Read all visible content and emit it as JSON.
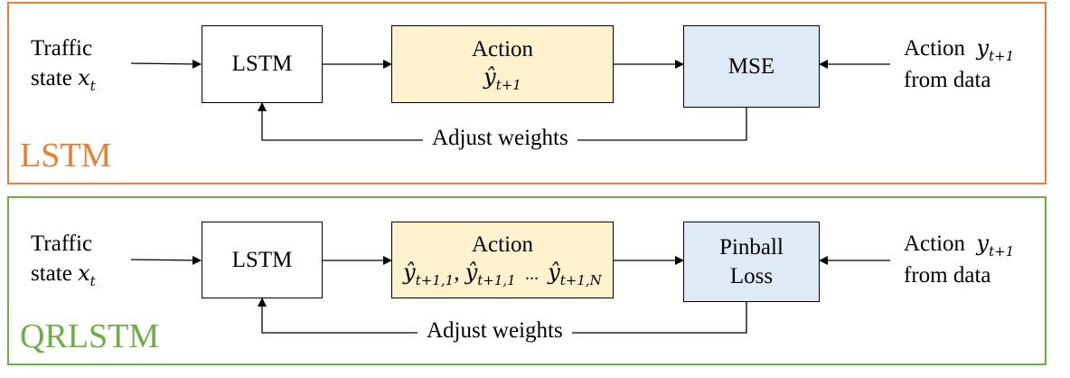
{
  "lstm_panel": {
    "label": "LSTM",
    "input_text": "Traffic",
    "input_text2": "state",
    "input_symbol": "x",
    "input_subscript": "t",
    "model_label": "LSTM",
    "action_title": "Action",
    "action_symbol": "ŷ",
    "action_subscript": "t+1",
    "loss_label": "MSE",
    "target_text": "Action",
    "target_symbol": "y",
    "target_subscript": "t+1",
    "target_text2": "from data",
    "feedback_label": "Adjust weights"
  },
  "qrlstm_panel": {
    "label": "QRLSTM",
    "input_text": "Traffic",
    "input_text2": "state",
    "input_symbol": "x",
    "input_subscript": "t",
    "model_label": "LSTM",
    "action_title": "Action",
    "action_sym1": "ŷ",
    "action_sub1": "t+1,1",
    "action_sym2": "ŷ",
    "action_sub2": "t+1,1",
    "action_ellipsis": "...",
    "action_sym3": "ŷ",
    "action_sub3": "t+1,N",
    "loss_line1": "Pinball",
    "loss_line2": "Loss",
    "target_text": "Action",
    "target_symbol": "y",
    "target_subscript": "t+1",
    "target_text2": "from data",
    "feedback_label": "Adjust weights"
  },
  "colors": {
    "lstm_border": "#ED7D31",
    "qrlstm_border": "#70AD47",
    "action_fill": "#FFF2CC",
    "loss_fill": "#DEEBF7"
  }
}
